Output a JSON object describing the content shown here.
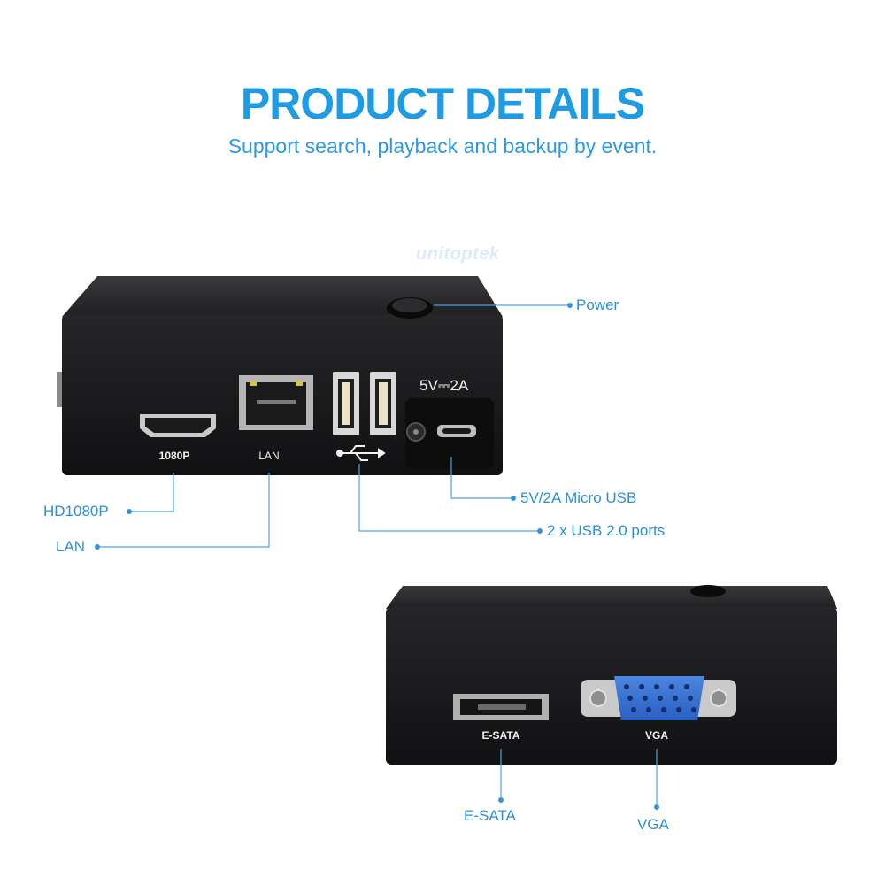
{
  "header": {
    "title": "PRODUCT DETAILS",
    "subtitle": "Support search, playback and backup by event."
  },
  "watermark": "unitoptek",
  "device_front": {
    "port_labels": {
      "hdmi": "1080P",
      "lan": "LAN",
      "power_rating": "5V⎓2A"
    }
  },
  "device_back": {
    "port_labels": {
      "esata": "E-SATA",
      "vga": "VGA"
    }
  },
  "callouts": {
    "power": "Power",
    "micro_usb": "5V/2A Micro USB",
    "usb_ports": "2 x USB 2.0 ports",
    "hdmi": "HD1080P",
    "lan": "LAN",
    "esata": "E-SATA",
    "vga": "VGA"
  },
  "colors": {
    "accent": "#1e9be3",
    "device_body": "#1d1d1f",
    "vga_connector": "#2f6fd0"
  }
}
